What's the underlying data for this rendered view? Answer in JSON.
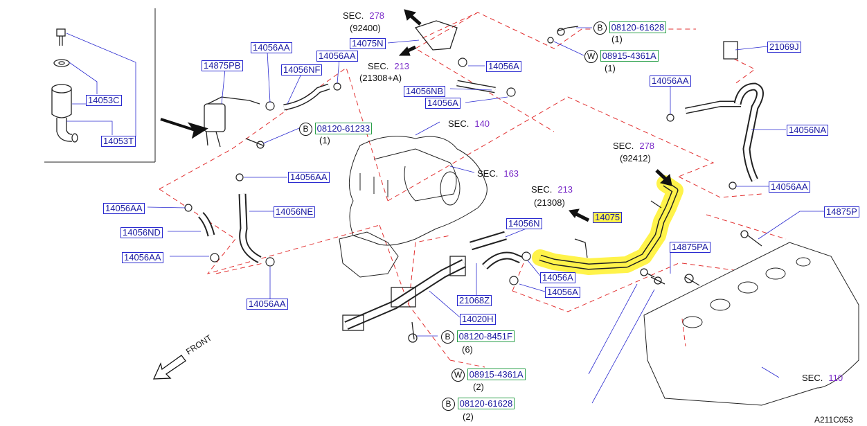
{
  "colors": {
    "callout": "#2a2ad0",
    "dashed": "#e23030",
    "highlight": "#fff34a",
    "section_number": "#7a2bc8",
    "line": "#1a1a1a"
  },
  "figure_id": "A211C053",
  "front_label": "FRONT",
  "inset": {
    "parts": [
      "14053C",
      "14053T"
    ]
  },
  "part_numbers": {
    "p14875PB": "14875PB",
    "p14056AA_1": "14056AA",
    "p14056NF": "14056NF",
    "p14056AA_2": "14056AA",
    "p14075N": "14075N",
    "p14056A_1": "14056A",
    "p14056NB": "14056NB",
    "p14056A_2": "14056A",
    "p21069J": "21069J",
    "p14056AA_3": "14056AA",
    "p14056NA": "14056NA",
    "p14056AA_4": "14056AA",
    "p14056AA_5": "14056AA",
    "p14056AA_6": "14056AA",
    "p14056NE": "14056NE",
    "p14056ND": "14056ND",
    "p14056AA_7": "14056AA",
    "p14056AA_8": "14056AA",
    "p14075": "14075",
    "p14056N": "14056N",
    "p14056A_3": "14056A",
    "p14056A_4": "14056A",
    "p21068Z": "21068Z",
    "p14020H": "14020H",
    "p14875P": "14875P",
    "p14875PA": "14875PA"
  },
  "fasteners": [
    {
      "symbol": "B",
      "part": "08120-61628",
      "qty": "(1)"
    },
    {
      "symbol": "W",
      "part": "08915-4361A",
      "qty": "(1)"
    },
    {
      "symbol": "B",
      "part": "08120-61233",
      "qty": "(1)"
    },
    {
      "symbol": "B",
      "part": "08120-8451F",
      "qty": "(6)"
    },
    {
      "symbol": "W",
      "part": "08915-4361A",
      "qty": "(2)"
    },
    {
      "symbol": "B",
      "part": "08120-61628",
      "qty": "(2)"
    }
  ],
  "sections": [
    {
      "label": "SEC.",
      "num": "278",
      "sub": "(92400)"
    },
    {
      "label": "SEC.",
      "num": "213",
      "sub": "(21308+A)"
    },
    {
      "label": "SEC.",
      "num": "140",
      "sub": ""
    },
    {
      "label": "SEC.",
      "num": "163",
      "sub": ""
    },
    {
      "label": "SEC.",
      "num": "278",
      "sub": "(92412)"
    },
    {
      "label": "SEC.",
      "num": "213",
      "sub": "(21308)"
    },
    {
      "label": "SEC.",
      "num": "110",
      "sub": ""
    }
  ]
}
